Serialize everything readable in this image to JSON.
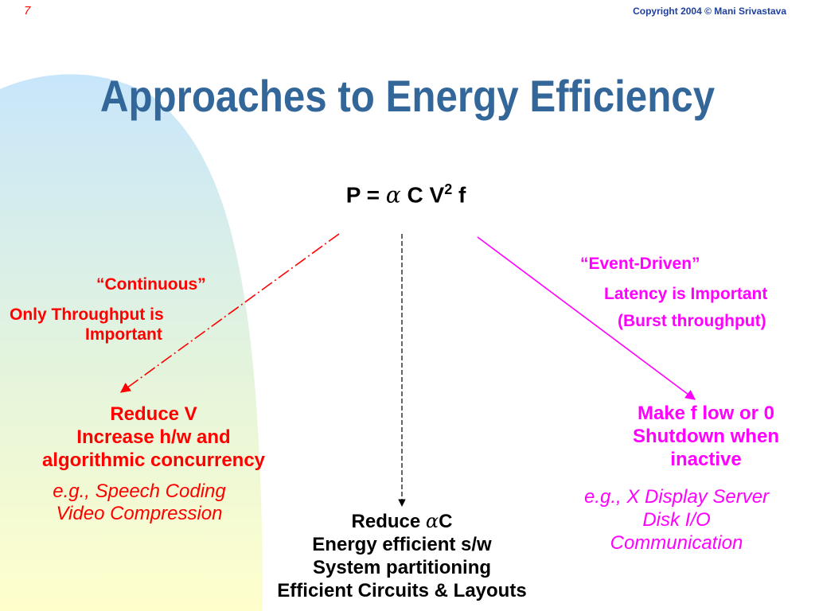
{
  "header": {
    "page_number": "7",
    "copyright": "Copyright 2004 © Mani Srivastava"
  },
  "title": "Approaches to Energy Efficiency",
  "formula": {
    "lhs": "P =",
    "alpha": "α",
    "c": "C",
    "v": "V",
    "exponent": "2",
    "f": "f"
  },
  "left": {
    "mode": "“Continuous”",
    "note_line1": "Only Throughput is",
    "note_line2": "Important",
    "strategy": [
      "Reduce V",
      "Increase h/w and",
      "algorithmic concurrency"
    ],
    "examples": [
      "e.g., Speech Coding",
      "Video Compression"
    ]
  },
  "center": {
    "reduce_prefix": "Reduce",
    "reduce_alpha": "α",
    "reduce_suffix": "C",
    "strategy": [
      "Energy efficient s/w",
      "System partitioning",
      "Efficient Circuits & Layouts"
    ]
  },
  "right": {
    "mode": "“Event-Driven”",
    "note_line1": "Latency is Important",
    "note_line2": "(Burst throughput)",
    "strategy": [
      "Make f low or 0",
      "Shutdown when",
      "inactive"
    ],
    "examples": [
      "e.g., X Display Server",
      "Disk I/O",
      "Communication"
    ]
  },
  "colors": {
    "title": "#336699",
    "left_branch": "#ff0000",
    "right_branch": "#ff00ff",
    "center_branch": "#000000",
    "background_gradient_top": "#cce8ff",
    "background_gradient_bottom": "#ffffcc"
  }
}
